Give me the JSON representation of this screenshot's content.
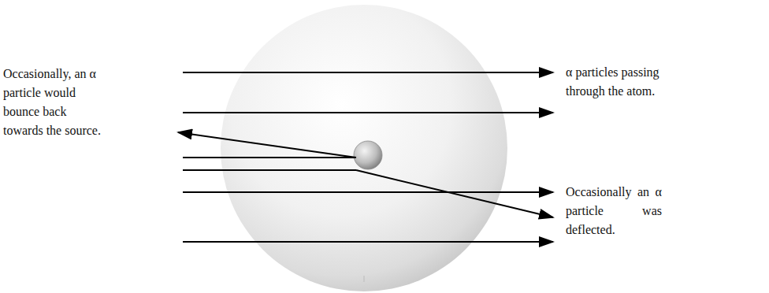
{
  "diagram": {
    "labels": [
      "Occasionally, an α particle would bounce back towards the source.",
      "α particles passing through the atom.",
      "Occasionally an α particle was deflected."
    ]
  }
}
